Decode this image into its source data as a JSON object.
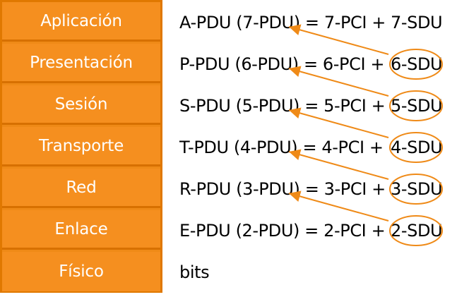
{
  "layers": [
    "Aplicación",
    "Presentación",
    "Sesión",
    "Transporte",
    "Red",
    "Enlace",
    "Físico"
  ],
  "rows": [
    {
      "left": "A-PDU (7-PDU) = 7-PCI + ",
      "right": "7-SDU"
    },
    {
      "left": "P-PDU (6-PDU) = 6-PCI + ",
      "right": "6-SDU"
    },
    {
      "left": "S-PDU (5-PDU) = 5-PCI + ",
      "right": "5-SDU"
    },
    {
      "left": "T-PDU (4-PDU) = 4-PCI + ",
      "right": "4-SDU"
    },
    {
      "left": "R-PDU (3-PDU) = 3-PCI + ",
      "right": "3-SDU"
    },
    {
      "left": "E-PDU (2-PDU) = 2-PCI + ",
      "right": "2-SDU"
    },
    {
      "left": "bits",
      "right": ""
    }
  ],
  "colors": {
    "layer_fill": "#f58f1f",
    "layer_border": "#d77000",
    "accent": "#ef8a17",
    "text": "#000000"
  }
}
